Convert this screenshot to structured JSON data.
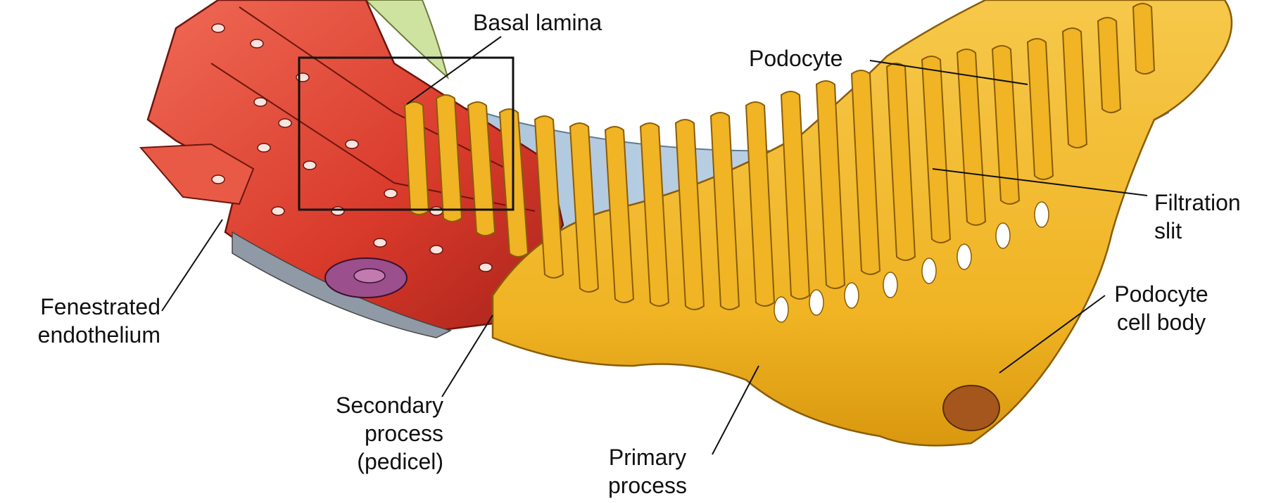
{
  "labels": {
    "basal_lamina": "Basal lamina",
    "podocyte": "Podocyte",
    "filtration_slit": [
      "Filtration",
      "slit"
    ],
    "fenestrated_endothelium": [
      "Fenestrated",
      "endothelium"
    ],
    "podocyte_cell_body": [
      "Podocyte",
      "cell body"
    ],
    "secondary_process": [
      "Secondary",
      "process",
      "(pedicel)"
    ],
    "primary_process": [
      "Primary",
      "process"
    ]
  },
  "colors": {
    "endothelium": "#d93a2b",
    "endothelium_dark": "#a8231a",
    "endothelium_light": "#ef6a55",
    "podocyte": "#f0b424",
    "podocyte_dark": "#c98a10",
    "podocyte_outline": "#8a5c08",
    "basal_lamina": "#b9cfe3",
    "basal_lamina_dark": "#7f9bb8",
    "nucleus": "#9b4f8c",
    "leader_line": "#111111",
    "background": "#ffffff"
  }
}
